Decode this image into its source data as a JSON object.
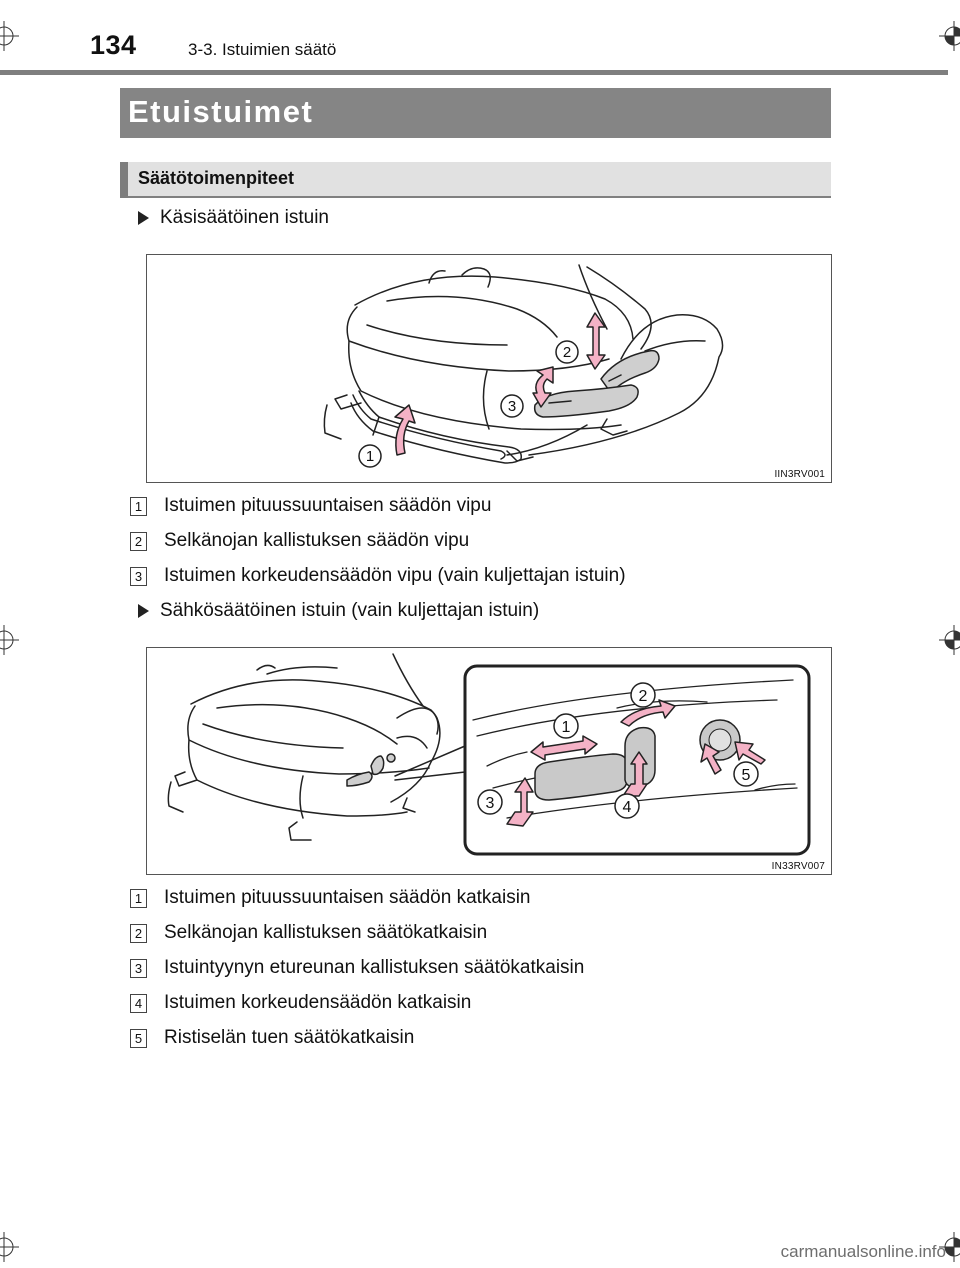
{
  "header": {
    "page_number": "134",
    "section": "3-3. Istuimien säätö"
  },
  "title": "Etuistuimet",
  "subheading": "Säätötoimenpiteet",
  "manual_seat": {
    "heading": "Käsisäätöinen istuin",
    "figure_code": "IIN3RV001",
    "callouts": [
      "1",
      "2",
      "3"
    ],
    "items": [
      {
        "num": "1",
        "text": "Istuimen pituussuuntaisen säädön vipu"
      },
      {
        "num": "2",
        "text": "Selkänojan kallistuksen säädön vipu"
      },
      {
        "num": "3",
        "text": "Istuimen korkeudensäädön vipu (vain kuljettajan istuin)"
      }
    ]
  },
  "power_seat": {
    "heading": "Sähkösäätöinen istuin (vain kuljettajan istuin)",
    "figure_code": "IN33RV007",
    "callouts": [
      "1",
      "2",
      "3",
      "4",
      "5"
    ],
    "items": [
      {
        "num": "1",
        "text": "Istuimen pituussuuntaisen säädön katkaisin"
      },
      {
        "num": "2",
        "text": "Selkänojan kallistuksen säätökatkaisin"
      },
      {
        "num": "3",
        "text": "Istuintyynyn etureunan kallistuksen säätökatkaisin"
      },
      {
        "num": "4",
        "text": "Istuimen korkeudensäädön katkaisin"
      },
      {
        "num": "5",
        "text": "Ristiselän tuen säätökatkaisin"
      }
    ]
  },
  "watermark": "carmanualsonline.info",
  "colors": {
    "title_bar": "#858585",
    "subheading_bar": "#e1e1e1",
    "arrow_fill": "#f4b2c6"
  }
}
